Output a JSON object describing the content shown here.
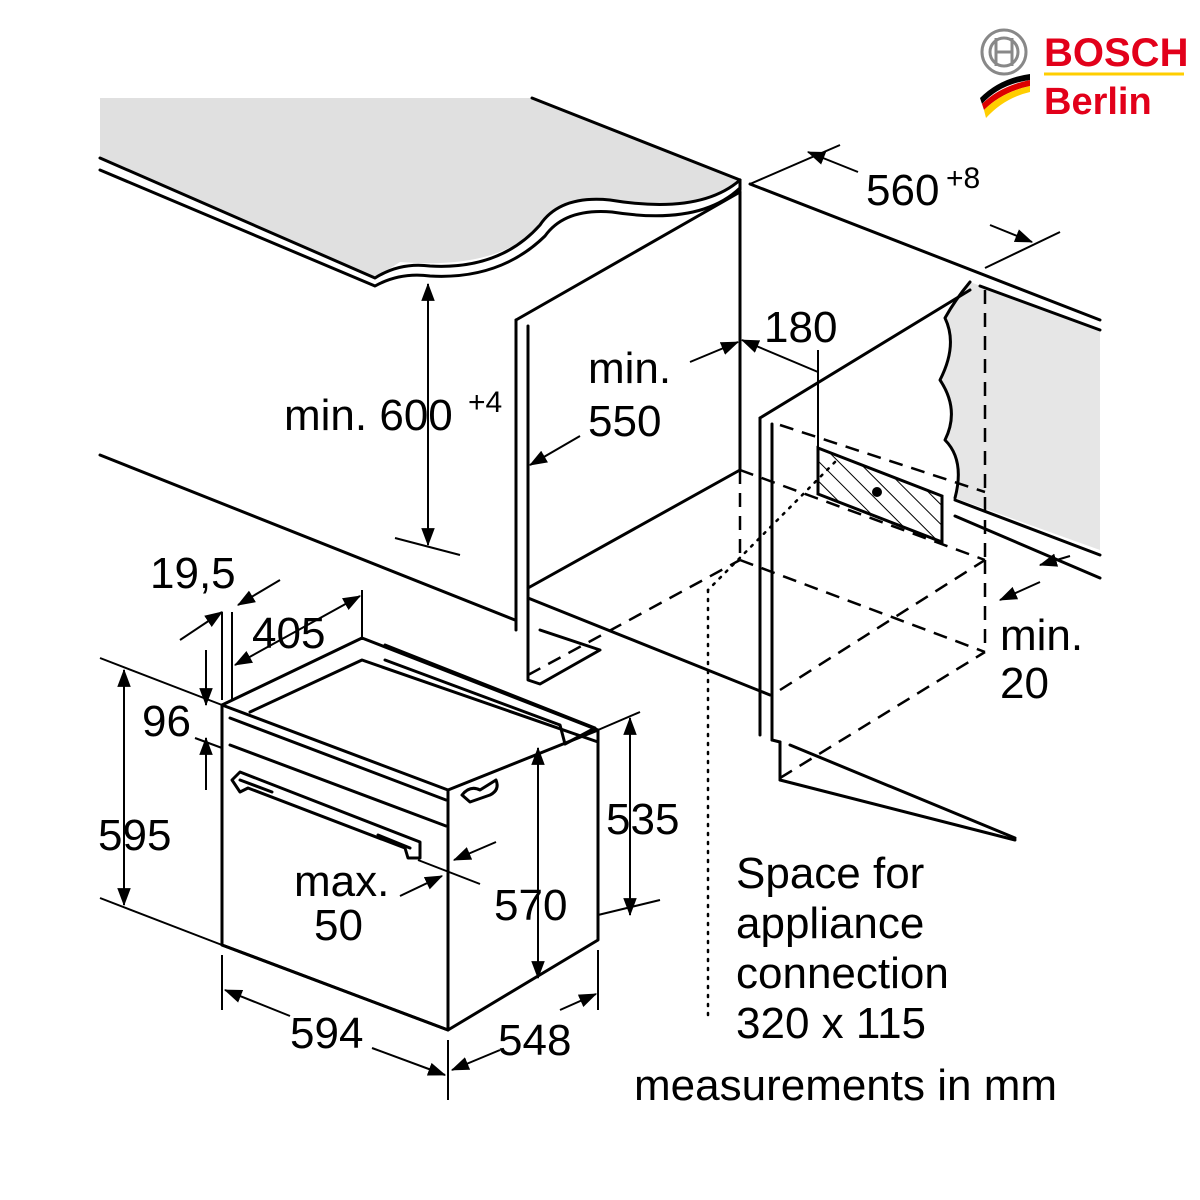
{
  "brand": {
    "name": "BOSCH",
    "sub": "Berlin",
    "color": "#e2001a",
    "flag": [
      "#000000",
      "#dd0000",
      "#ffce00"
    ],
    "icon": "bosch-armature-icon"
  },
  "dims": {
    "d560": "560",
    "d560_sup": "+8",
    "d600_prefix": "min. 600",
    "d600_sup": "+4",
    "d550_a": "min.",
    "d550_b": "550",
    "d180": "180",
    "d20_a": "min.",
    "d20_b": "20",
    "d19_5": "19,5",
    "d405": "405",
    "d96": "96",
    "d595": "595",
    "d535": "535",
    "d570": "570",
    "max50_a": "max.",
    "max50_b": "50",
    "d594": "594",
    "d548": "548"
  },
  "notes": {
    "space_1": "Space for",
    "space_2": "appliance",
    "space_3": "connection",
    "space_4": "320 x 115",
    "units": "measurements in mm"
  }
}
